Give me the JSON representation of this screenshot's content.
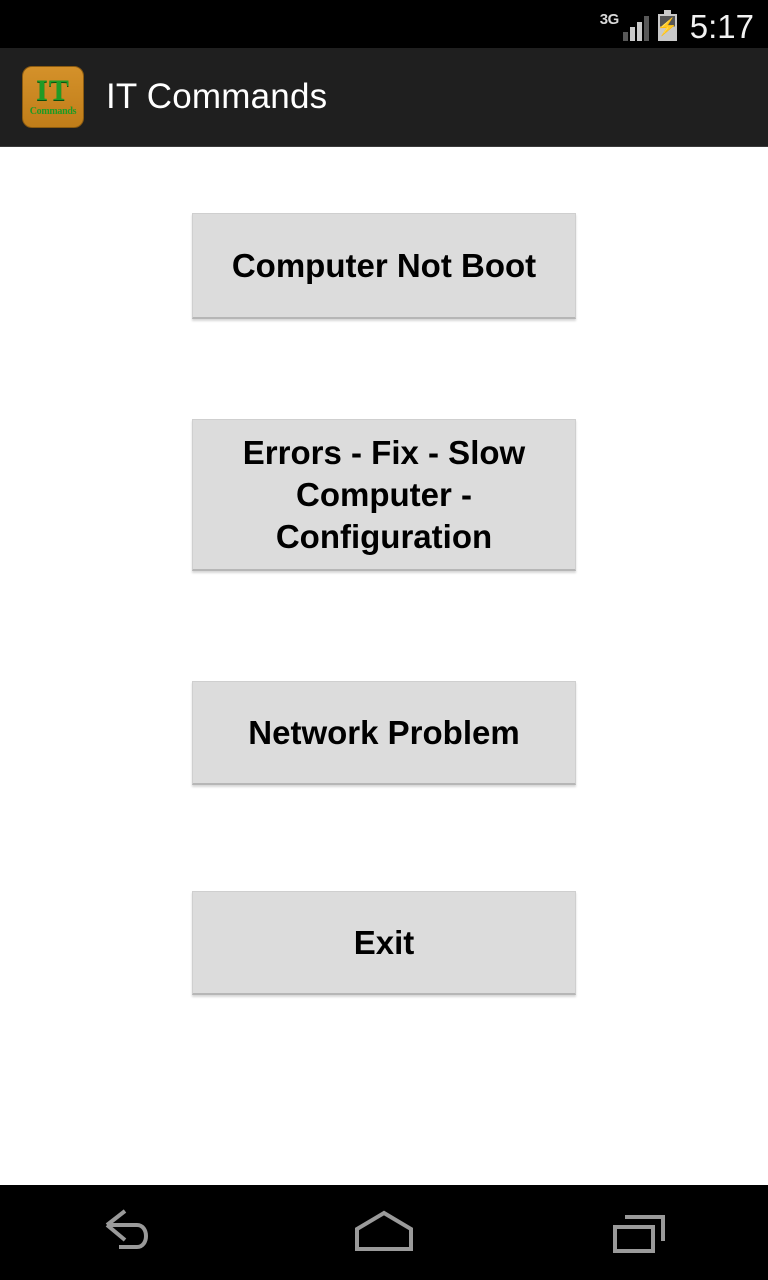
{
  "status_bar": {
    "network_type": "3G",
    "time": "5:17",
    "signal_icon": "signal-bars-icon",
    "battery_icon": "battery-charging-icon",
    "battery_bolt": "⚡"
  },
  "action_bar": {
    "app_icon": {
      "name": "it-commands-app-icon",
      "main_text": "IT",
      "sub_text": "Commands",
      "background_color": "#c98521",
      "text_color": "#1f9b25"
    },
    "title": "IT Commands"
  },
  "main": {
    "background_color": "#ffffff",
    "buttons": [
      {
        "id": "computer-not-boot",
        "label": "Computer Not Boot"
      },
      {
        "id": "errors-fix-slow-computer-configuration",
        "label": "Errors - Fix - Slow Computer - Configuration"
      },
      {
        "id": "network-problem",
        "label": "Network Problem"
      },
      {
        "id": "exit",
        "label": "Exit"
      }
    ],
    "button_color": "#dcdcdc",
    "button_text_color": "#000000"
  },
  "nav_bar": {
    "background_color": "#000000",
    "icon_color": "#9a9a9a",
    "buttons": [
      {
        "id": "back",
        "icon": "back-arrow-icon"
      },
      {
        "id": "home",
        "icon": "home-icon"
      },
      {
        "id": "recents",
        "icon": "recent-apps-icon"
      }
    ]
  }
}
